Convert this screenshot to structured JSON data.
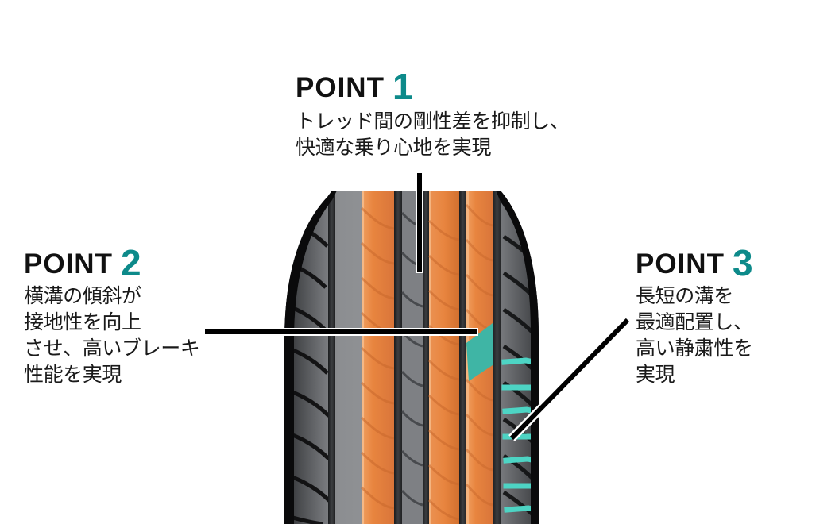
{
  "page": {
    "title": "タイヤ トレッドパターン 特長 3ポイント",
    "background_color": "#ffffff",
    "accent_teal": "#0d8a8a",
    "highlight_orange": "#e8853f",
    "highlight_teal": "#4dd4c4",
    "leader_color": "#000000"
  },
  "callouts": [
    {
      "id": "point-1",
      "label": "POINT",
      "number": "1",
      "body": "トレッド間の剛性差を抑制し、\n快適な乗り心地を実現",
      "leader": "vertical",
      "position": "top-center"
    },
    {
      "id": "point-2",
      "label": "POINT",
      "number": "2",
      "body": "横溝の傾斜が\n接地性を向上\nさせ、高いブレーキ\n性能を実現",
      "leader": "horizontal",
      "position": "left"
    },
    {
      "id": "point-3",
      "label": "POINT",
      "number": "3",
      "body": "長短の溝を\n最適配置し、\n高い静粛性を\n実現",
      "leader": "diagonal",
      "position": "right"
    }
  ],
  "tire": {
    "name": "tire-tread-illustration",
    "view": "正面 トレッド面",
    "rib_count": 3,
    "highlighted_ribs": [
      "左センターリブ",
      "センターリブ",
      "右センターリブ"
    ],
    "highlighted_rib_color": "#e8853f",
    "shoulder_groove_color": "#4dd4c4",
    "shoulder_groove_count": 8,
    "accent_patch": "teal-lateral-groove"
  }
}
